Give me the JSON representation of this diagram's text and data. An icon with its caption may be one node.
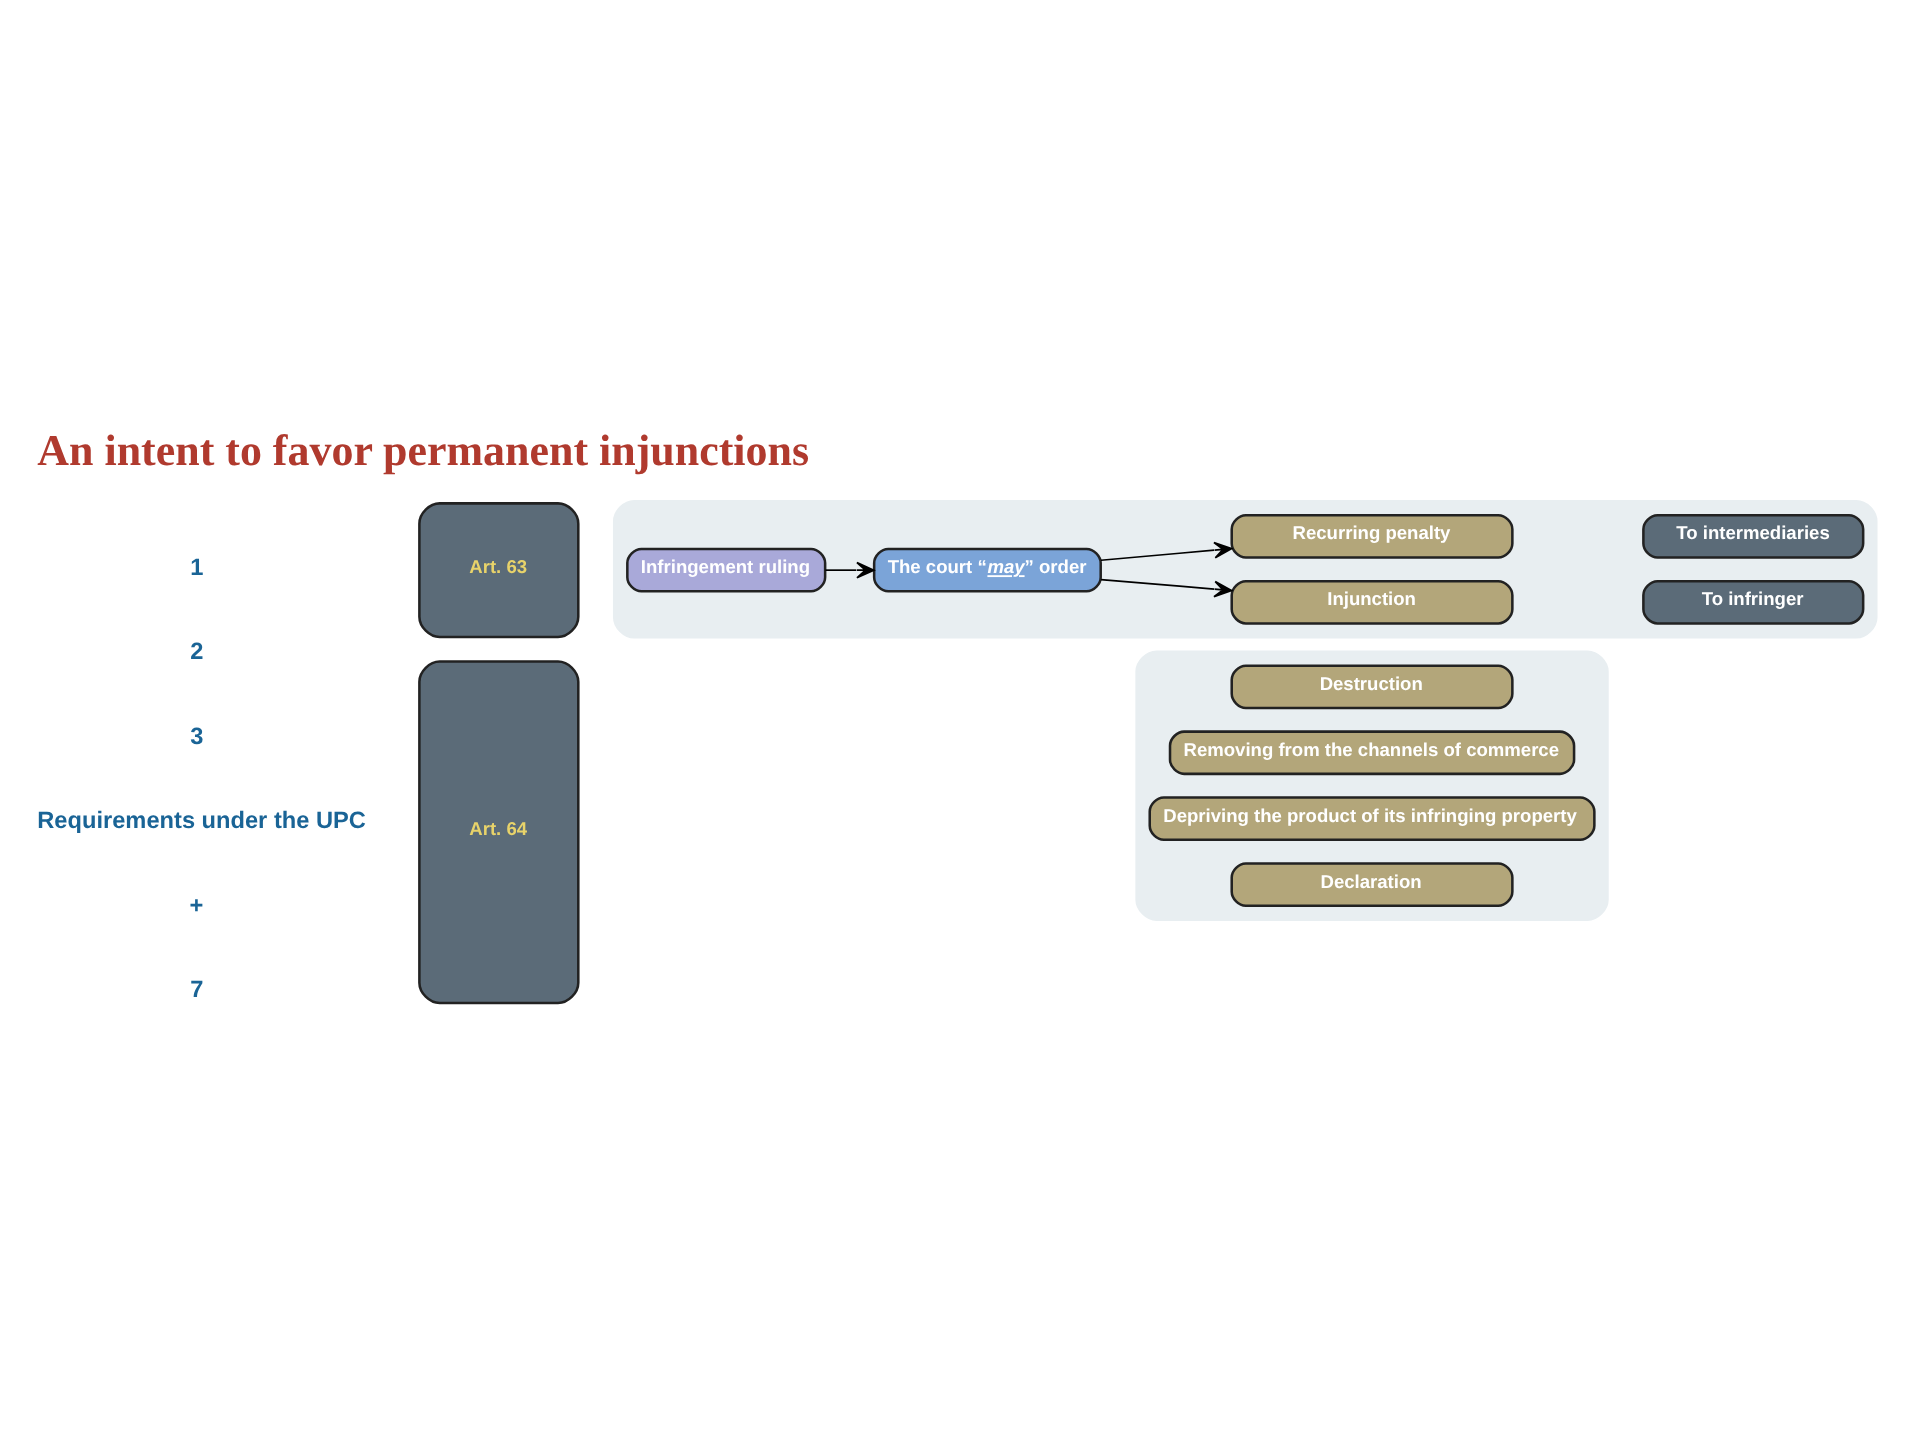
{
  "diagram": {
    "title": "An intent to favor permanent injunctions",
    "nodes": [
      {
        "text": [
          "Art. 63"
        ]
      },
      {
        "text": [],
        "shape": "box"
      },
      {
        "text": [
          "Infringement ruling"
        ],
        "in": 1
      },
      {
        "text": [
          "The court “*may*” order"
        ],
        "in": 1
      },
      {
        "text": [
          "Injunction"
        ],
        "in": 1
      },
      {
        "text": [
          "Recurring penalty"
        ],
        "in": 1
      },
      {
        "text": [
          "To infringer"
        ],
        "in": 1
      },
      {
        "text": [
          "To intermediaries"
        ],
        "in": 1
      },
      {
        "text": [
          "Art. 64"
        ]
      },
      {
        "text": [],
        "shape": "box"
      },
      {
        "text": [
          "Declaration"
        ],
        "in": 9
      },
      {
        "text": [
          "Depriving the product of its infringing property"
        ],
        "in": 9
      },
      {
        "text": [
          "Removing from the channels of commerce"
        ],
        "in": 9
      },
      {
        "text": [
          "Destruction"
        ],
        "in": 9
      }
    ],
    "edges": [
      {
        "from": 2,
        "to": 3,
        "arrow": "to"
      },
      {
        "from": 3,
        "to": 4,
        "arrow": "to"
      },
      {
        "from": 3,
        "to": 5,
        "arrow": "to"
      }
    ],
    "labels": [
      "1",
      "2",
      "3",
      "Requirements under the UPC",
      "+",
      "7"
    ]
  }
}
